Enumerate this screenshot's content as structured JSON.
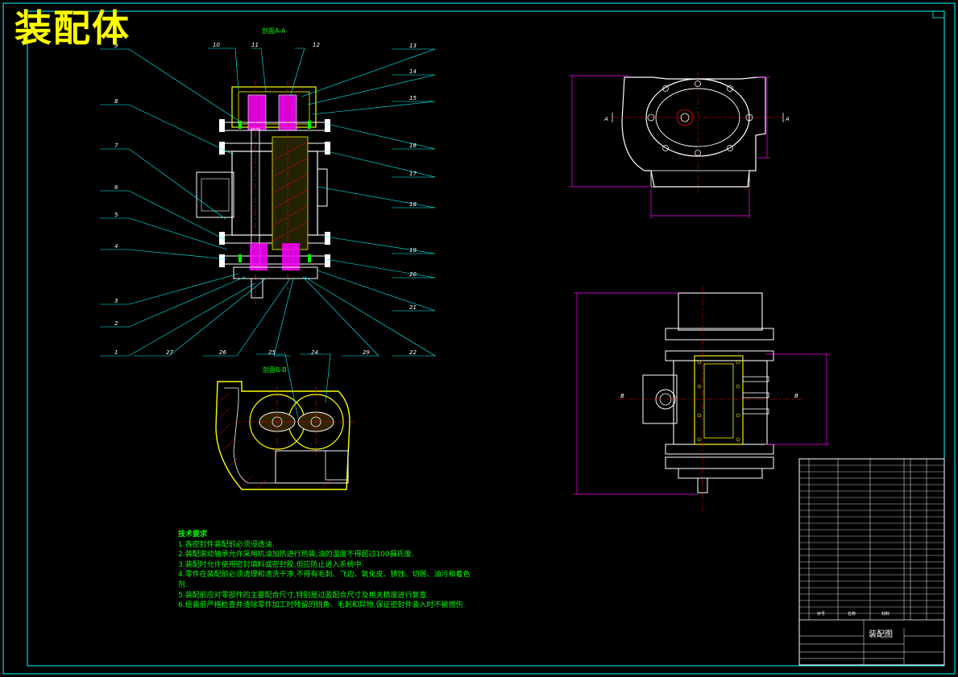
{
  "title": "装配体",
  "section_aa_label": "剖面A-A",
  "section_bb_label": "剖面B-B",
  "part_labels_left": [
    "9",
    "8",
    "7",
    "6",
    "5",
    "4",
    "3",
    "2",
    "1"
  ],
  "part_labels_top": [
    "10",
    "11",
    "12"
  ],
  "part_labels_right": [
    "13",
    "14",
    "15",
    "16",
    "17",
    "18",
    "19",
    "20",
    "21",
    "22"
  ],
  "part_labels_bottom": [
    "27",
    "26",
    "25",
    "24",
    "29"
  ],
  "view_marks": {
    "a": "A",
    "b": "B"
  },
  "notes": {
    "heading": "技术要求",
    "lines": [
      "1.各密封件装配前必须浸透油.",
      "2.装配滚动轴承允许采用机油加热进行热装,油的温度不得超过100摄氏度.",
      "3.装配时允许使用密封填料或密封胶,但应防止进入系统中.",
      "4.零件在装配前必须清理和清洗干净,不得有毛刺、飞边、氧化皮、锈蚀、切屑、油污和着色剂.",
      "5.装配前应对零部件的主要配合尺寸,特别是过盈配合尺寸及相关精度进行复查.",
      "6.组装前严格检查并清除零件加工时残留的锐角、毛刺和异物,保证密封件装入时不被擦伤."
    ]
  },
  "title_block": {
    "drawing_name": "装配图",
    "header_seq": "序号",
    "header_name": "名称",
    "header_material": "材料"
  },
  "colors": {
    "background": "#000000",
    "outline": "#ffffff",
    "centerline": "#ff0000",
    "dimension": "#ff00ff",
    "leader": "#00ffff",
    "title": "#ffff00",
    "table": "#00ff00",
    "border": "#00ffff"
  }
}
